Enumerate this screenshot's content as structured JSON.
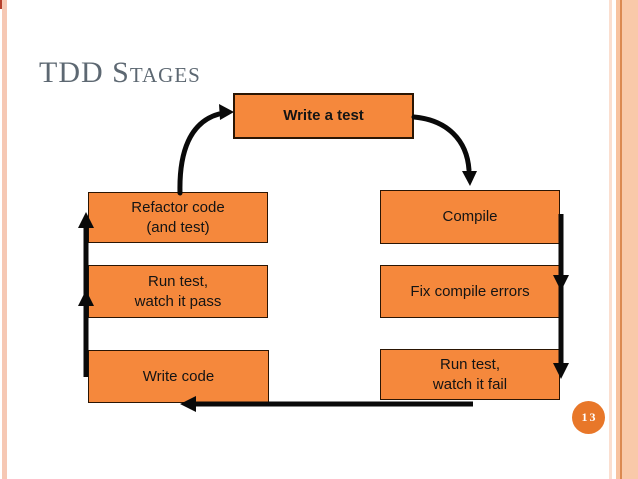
{
  "slide": {
    "title": "TDD Stages",
    "page_number": "13"
  },
  "diagram": {
    "nodes": {
      "write_test": {
        "line1": "Write a test"
      },
      "refactor": {
        "line1": "Refactor code",
        "line2": "(and test)"
      },
      "compile": {
        "line1": "Compile"
      },
      "run_pass": {
        "line1": "Run test,",
        "line2": "watch it pass"
      },
      "fix_errors": {
        "line1": "Fix compile errors"
      },
      "write_code": {
        "line1": "Write code"
      },
      "run_fail": {
        "line1": "Run test,",
        "line2": "watch it fail"
      }
    },
    "edges": [
      {
        "from": "Refactor code (and test)",
        "to": "Write a test"
      },
      {
        "from": "Write a test",
        "to": "Compile"
      },
      {
        "from": "Compile",
        "to": "Fix compile errors"
      },
      {
        "from": "Fix compile errors",
        "to": "Run test, watch it fail"
      },
      {
        "from": "Run test, watch it fail",
        "to": "Write code"
      },
      {
        "from": "Write code",
        "to": "Run test, watch it pass"
      },
      {
        "from": "Run test, watch it pass",
        "to": "Refactor code (and test)"
      }
    ]
  },
  "colors": {
    "background": "#FFFFFF",
    "node_fill": "#F5883C",
    "node_border": "#2A1503",
    "arrow": "#0A0A0A",
    "title_color": "#5D6872",
    "accent_circle": "#E87729",
    "page_number_text": "#FFFFFF",
    "stripe_left": "#F6C8B4",
    "stripe_r1": "#FBDFD0",
    "stripe_r2": "#F8C3A0",
    "stripe_r3": "#DB8951",
    "stripe_r4": "#F9C9A9",
    "tick_red": "#B5402C"
  }
}
